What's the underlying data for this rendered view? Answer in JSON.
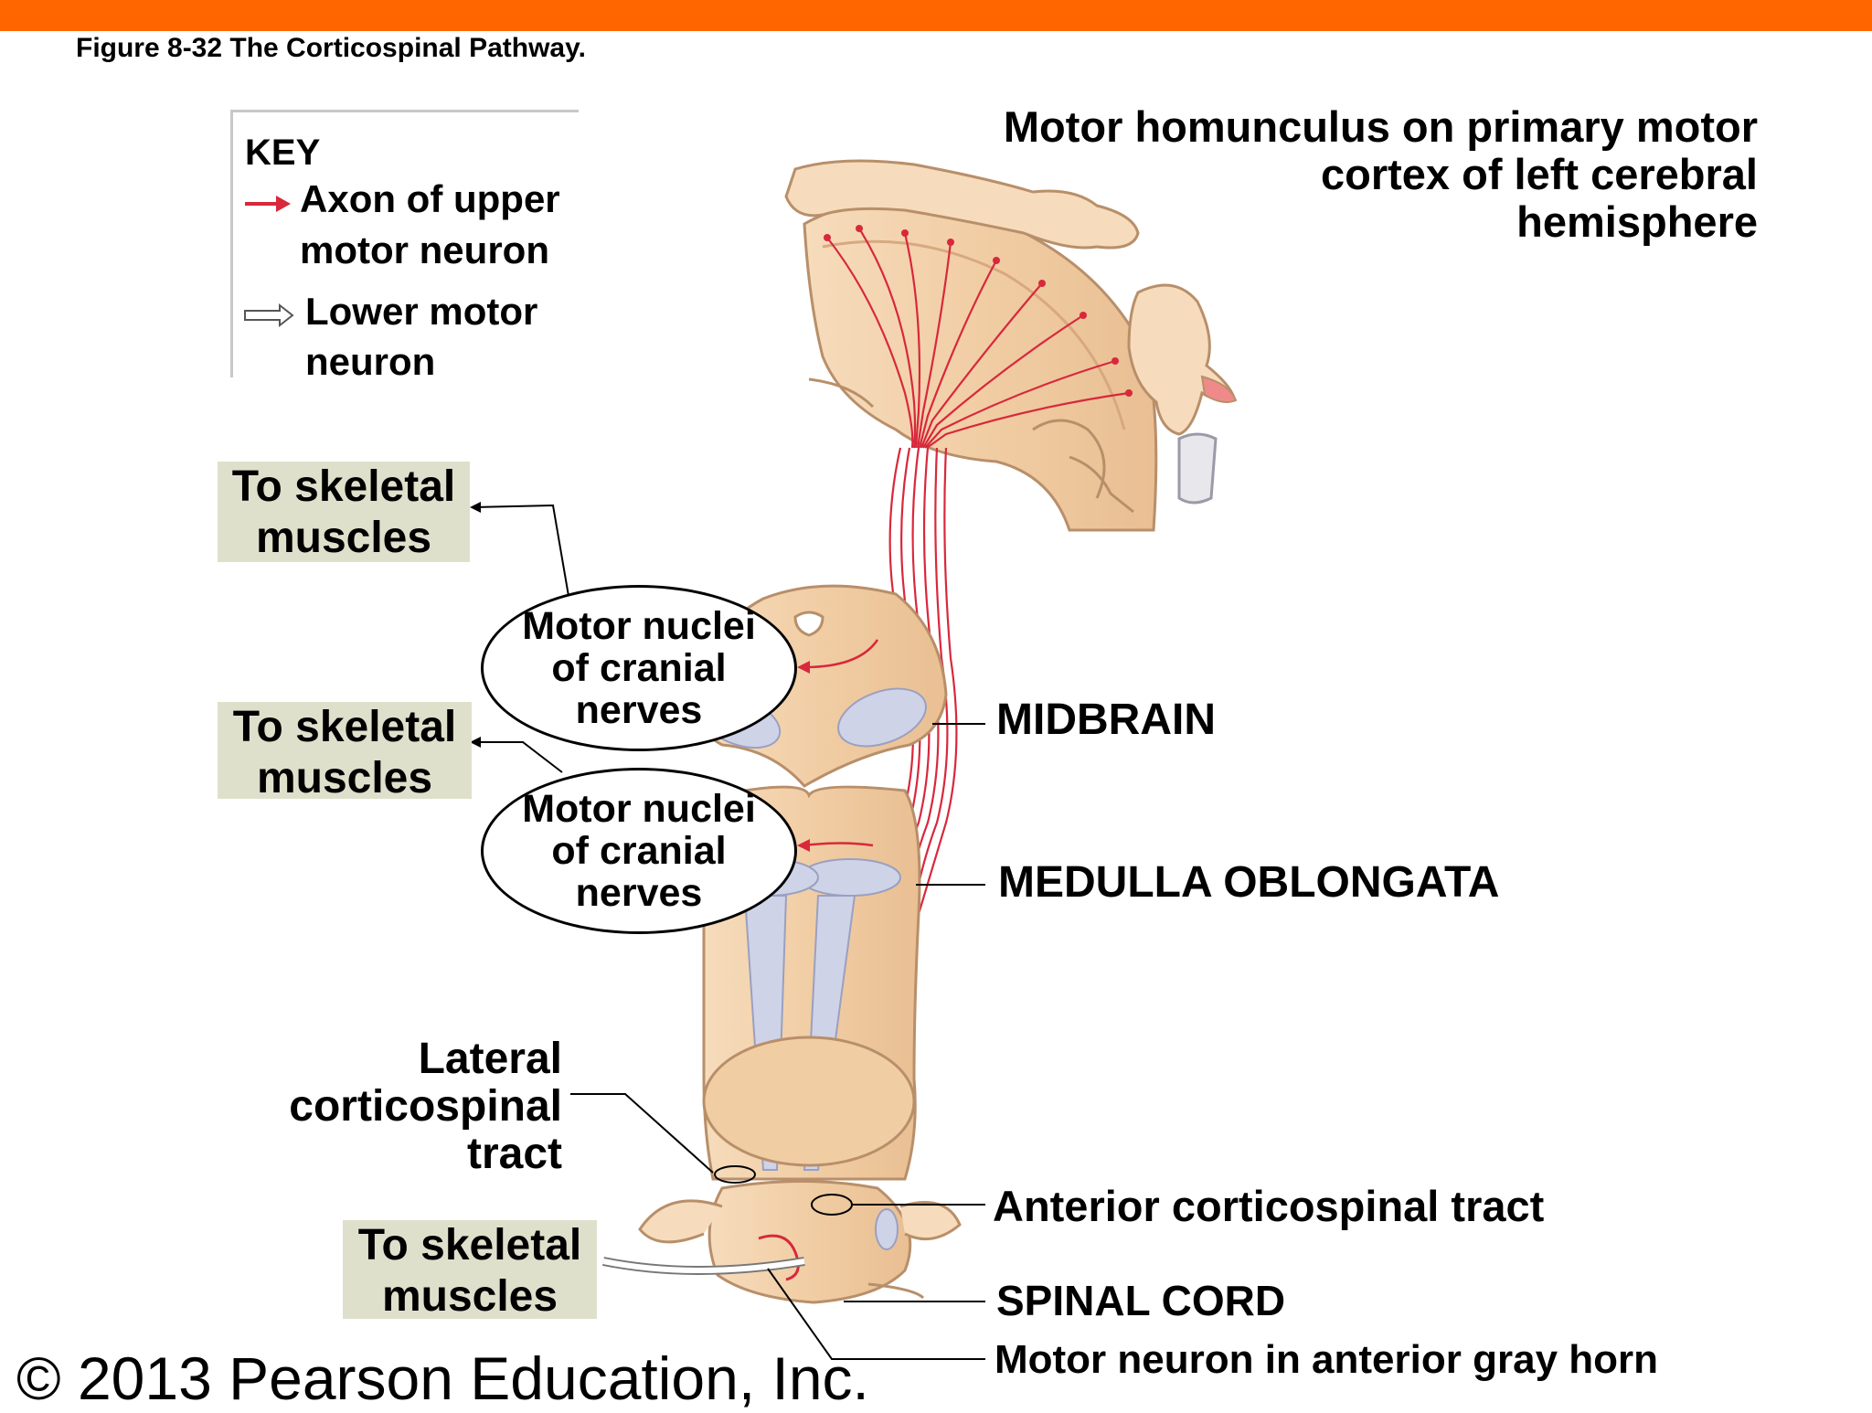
{
  "figure_title": "Figure 8-32  The Corticospinal Pathway.",
  "key": {
    "title": "KEY",
    "upper_label_1": "Axon of upper",
    "upper_label_2": "motor neuron",
    "lower_label_1": "Lower motor",
    "lower_label_2": "neuron",
    "upper_color": "#d8283c",
    "lower_color": "#ffffff"
  },
  "to_skeletal": [
    {
      "line1": "To skeletal",
      "line2": "muscles"
    },
    {
      "line1": "To skeletal",
      "line2": "muscles"
    },
    {
      "line1": "To skeletal",
      "line2": "muscles"
    }
  ],
  "motor_nuclei": [
    {
      "line1": "Motor nuclei",
      "line2": "of cranial",
      "line3": "nerves"
    },
    {
      "line1": "Motor nuclei",
      "line2": "of cranial",
      "line3": "nerves"
    }
  ],
  "homunculus": {
    "line1": "Motor homunculus on primary motor",
    "line2": "cortex of left cerebral",
    "line3": "hemisphere"
  },
  "labels": {
    "midbrain": "MIDBRAIN",
    "medulla": "MEDULLA OBLONGATA",
    "lateral_1": "Lateral",
    "lateral_2": "corticospinal",
    "lateral_3": "tract",
    "anterior": "Anterior corticospinal tract",
    "spinal_cord": "SPINAL CORD",
    "motor_neuron": "Motor neuron in anterior gray horn"
  },
  "copyright": "© 2013 Pearson Education, Inc.",
  "colors": {
    "accent_bar": "#ff6600",
    "tissue": "#f3d3ae",
    "tissue_outline": "#b88f6a",
    "tract": "#cfd3e8",
    "label_bg": "#dfe0cc"
  }
}
